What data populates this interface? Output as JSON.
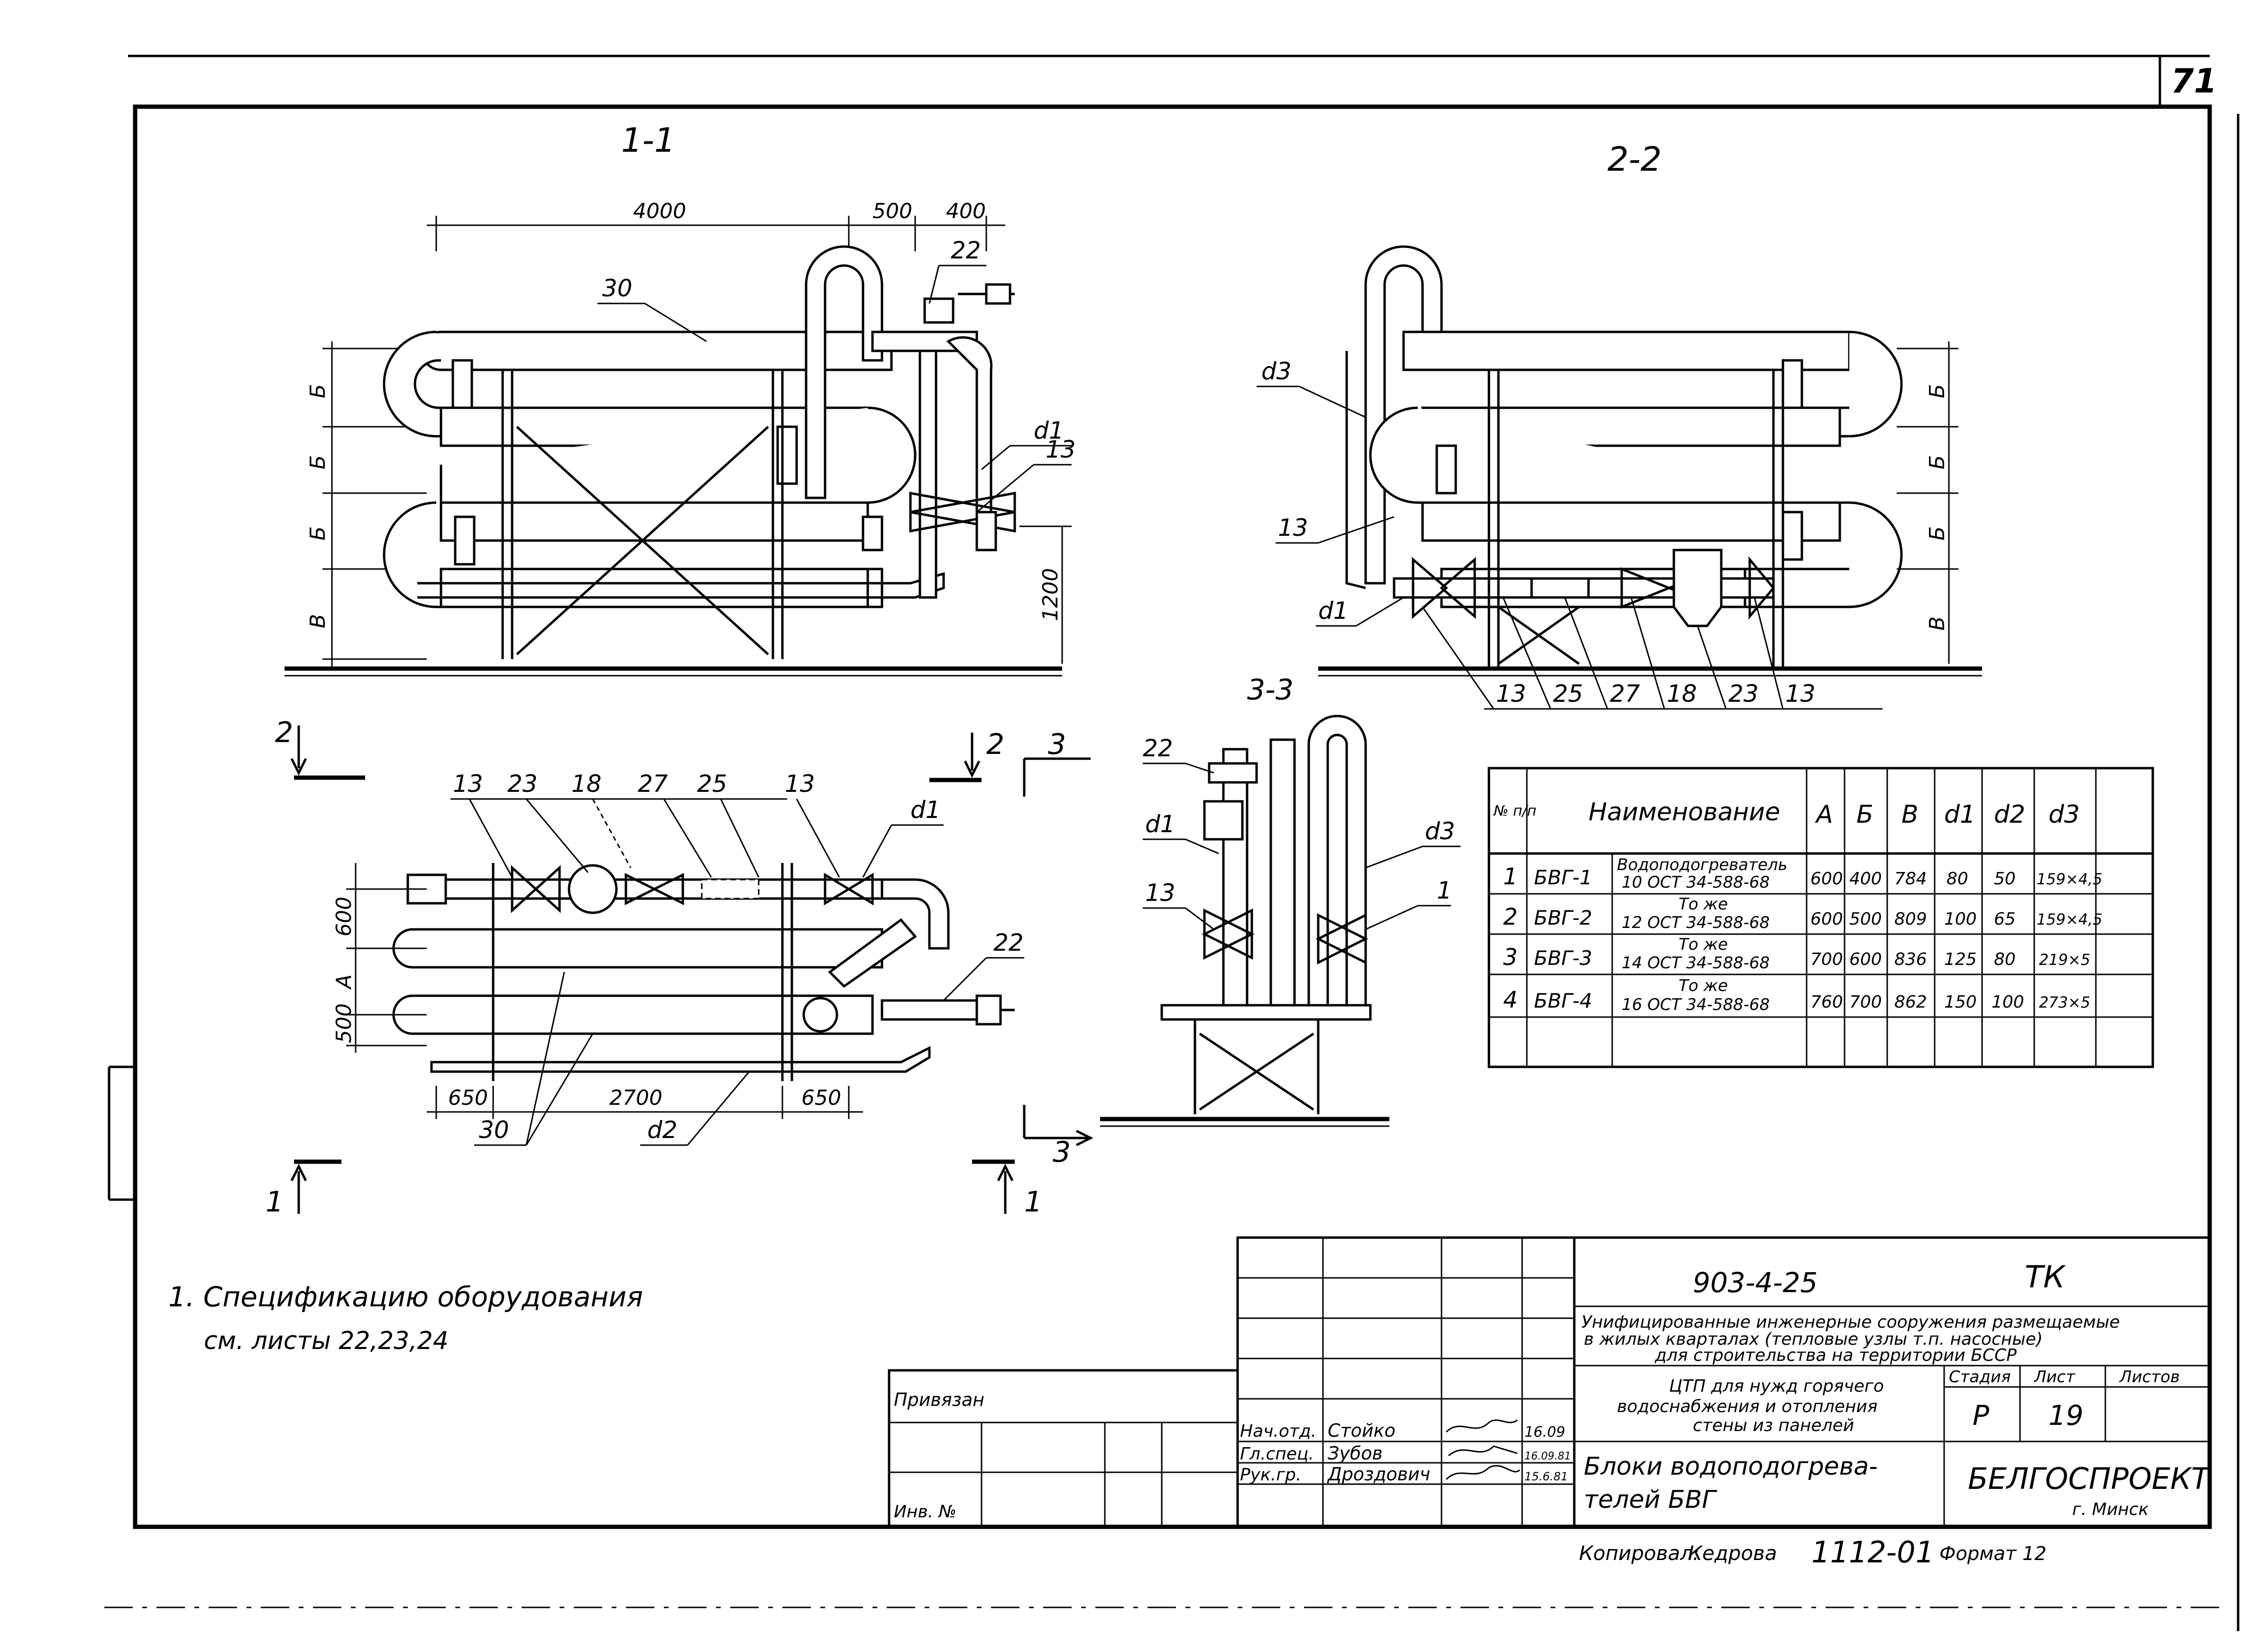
{
  "sheet": {
    "number": "71",
    "note_line1": "1. Спецификацию  оборудования",
    "note_line2": "см.   листы 22,23,24"
  },
  "views": {
    "v11": "1-1",
    "v22": "2-2",
    "v33": "3-3",
    "cut1a": "1",
    "cut1b": "1",
    "cut2a": "2",
    "cut2b": "2",
    "cut3a": "3",
    "cut3b": "3"
  },
  "view11": {
    "dim_4000": "4000",
    "dim_500": "500",
    "dim_400": "400",
    "dim_1200": "1200",
    "side_b": "Б",
    "side_b2": "Б",
    "side_b3": "Б",
    "side_v": "В",
    "lbl_30": "30",
    "lbl_22": "22",
    "lbl_d1": "d1",
    "lbl_13": "13"
  },
  "view22": {
    "lbl_d3": "d3",
    "lbl_13": "13",
    "lbl_d1": "d1",
    "side_b": "Б",
    "side_b2": "Б",
    "side_b3": "Б",
    "side_v": "В",
    "bottom_labels": [
      "13",
      "25",
      "27",
      "18",
      "23",
      "13"
    ]
  },
  "plan": {
    "top_labels": [
      "13",
      "23",
      "18",
      "27",
      "25",
      "13"
    ],
    "lbl_d1": "d1",
    "lbl_22": "22",
    "dim_600": "600",
    "dim_a": "А",
    "dim_500": "500",
    "dim_650a": "650",
    "dim_2700": "2700",
    "dim_650b": "650",
    "lbl_30": "30",
    "lbl_d2": "d2"
  },
  "view33": {
    "lbl_22": "22",
    "lbl_d1": "d1",
    "lbl_13": "13",
    "lbl_d3": "d3",
    "lbl_1": "1"
  },
  "table": {
    "headers": [
      "№ п/п",
      "Наименование",
      "",
      "А",
      "Б",
      "В",
      "d1",
      "d2",
      "d3"
    ],
    "rows": [
      {
        "n": "1",
        "code": "БВГ-1",
        "name1": "Водоподогреватель",
        "name2": "10 ОСТ 34-588-68",
        "a": "600",
        "b": "400",
        "v": "784",
        "d1": "80",
        "d2": "50",
        "d3": "159×4,5"
      },
      {
        "n": "2",
        "code": "БВГ-2",
        "name1": "То же",
        "name2": "12 ОСТ 34-588-68",
        "a": "600",
        "b": "500",
        "v": "809",
        "d1": "100",
        "d2": "65",
        "d3": "159×4,5"
      },
      {
        "n": "3",
        "code": "БВГ-3",
        "name1": "То же",
        "name2": "14 ОСТ 34-588-68",
        "a": "700",
        "b": "600",
        "v": "836",
        "d1": "125",
        "d2": "80",
        "d3": "219×5"
      },
      {
        "n": "4",
        "code": "БВГ-4",
        "name1": "То же",
        "name2": "16 ОСТ 34-588-68",
        "a": "760",
        "b": "700",
        "v": "862",
        "d1": "150",
        "d2": "100",
        "d3": "273×5"
      }
    ]
  },
  "title_block": {
    "doc_code": "903-4-25",
    "mark": "ТК",
    "project_line1": "Унифицированные инженерные сооружения размещаемые",
    "project_line2": "в жилых кварталах (тепловые узлы т.п. насосные)",
    "project_line3": "для строительства на территории БССР",
    "object_line1": "ЦТП для нужд горячего",
    "object_line2": "водоснабжения и отопления",
    "object_line3": "стены из панелей",
    "sheet_title_line1": "Блоки водоподогрева-",
    "sheet_title_line2": "телей БВГ",
    "stage_hdr": "Стадия",
    "sheet_hdr": "Лист",
    "sheets_hdr": "Листов",
    "stage": "Р",
    "sheet": "19",
    "org": "БЕЛГОСПРОЕКТ",
    "city": "г. Минск",
    "bound": "Привязан",
    "inv": "Инв. №",
    "roles": [
      {
        "role": "Нач.отд.",
        "name": "Стойко",
        "date": "16.09"
      },
      {
        "role": "Гл.спец.",
        "name": "Зубов",
        "date": "16.09.81"
      },
      {
        "role": "Рук.гр.",
        "name": "Дроздович",
        "date": "15.6.81"
      }
    ],
    "copied": "Копировал:",
    "copier": "Кедрова",
    "copy_code": "1112-01",
    "format": "Формат 12"
  }
}
